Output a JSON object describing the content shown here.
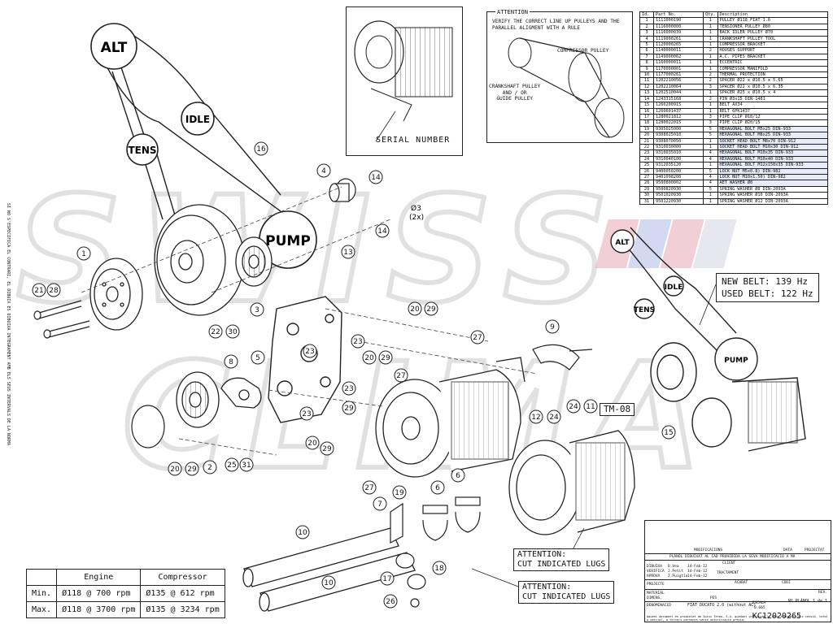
{
  "watermark": {
    "line1": "SWISS",
    "line2": "CLIMA"
  },
  "serial_box": {
    "label": "SERIAL NUMBER"
  },
  "attention_box": {
    "title": "ATTENTION",
    "text": "VERIFY THE CORRECT LINE UP PULLEYS AND THE\nPARALLEL ALIGMENT WITH A RULE",
    "compressor_label": "COMPRESSOR PULLEY",
    "crankshaft_label": "CRANKSHAFT PULLEY\nAND / OR\nGUIDE PULLEY"
  },
  "pulley_labels": {
    "alt": "ALT",
    "idle": "IDLE",
    "tens": "TENS",
    "pump": "PUMP"
  },
  "callouts": {
    "c1": "1",
    "c2": "2",
    "c3": "3",
    "c4": "4",
    "c5": "5",
    "c6a": "6",
    "c6b": "6",
    "c7": "7",
    "c8": "8",
    "c9": "9",
    "c10a": "10",
    "c10b": "10",
    "c11": "11",
    "c12": "12",
    "c13": "13",
    "c14a": "14",
    "c14b": "14",
    "c15": "15",
    "c16": "16",
    "c17": "17",
    "c18": "18",
    "c19": "19",
    "c20a": "20",
    "c20b": "20",
    "c20c": "20",
    "c20d": "20",
    "c21": "21",
    "c22": "22",
    "c23a": "23",
    "c23b": "23",
    "c23c": "23",
    "c23d": "23",
    "c24a": "24",
    "c24b": "24",
    "c25": "25",
    "c26": "26",
    "c27a": "27",
    "c27b": "27",
    "c27c": "27",
    "c28": "28",
    "c29a": "29",
    "c29b": "29",
    "c29c": "29",
    "c29d": "29",
    "c29e": "29",
    "c30": "30",
    "c31": "31"
  },
  "pin_note": {
    "size": "Ø3",
    "qty": "(2x)"
  },
  "frequency": {
    "new_label": "NEW BELT:",
    "new_value": "139 Hz",
    "used_label": "USED BELT:",
    "used_value": "122 Hz"
  },
  "model_tag": "TM-08",
  "attention_lugs": {
    "title": "ATTENTION:",
    "text": "CUT INDICATED LUGS"
  },
  "parts_table": {
    "headers": [
      "Id.",
      "Part No.",
      "Qty.",
      "Description"
    ],
    "rows": [
      [
        "1",
        "1111000190",
        "1",
        "PULLEY Ø118 FIAT 1.6"
      ],
      [
        "2",
        "1116000000",
        "1",
        "TENSIONER PULLEY Ø80"
      ],
      [
        "3",
        "1116000039",
        "1",
        "BACK IDLER PULLEY Ø70"
      ],
      [
        "4",
        "1119000261",
        "1",
        "CRANKSHAFT PULLEY TOOL"
      ],
      [
        "5",
        "1120000265",
        "1",
        "COMPRESSOR BRACKET"
      ],
      [
        "6",
        "1140000011",
        "2",
        "HOUSES SUPPORT"
      ],
      [
        "7",
        "1149000062",
        "1",
        "A.C. PIPES BRACKET"
      ],
      [
        "8",
        "1160000011",
        "1",
        "ECCENTRIC"
      ],
      [
        "9",
        "1170000001",
        "1",
        "COMPRESSOR MANIFOLD"
      ],
      [
        "10",
        "1177000261",
        "2",
        "THERMAL PROTECTION"
      ],
      [
        "11",
        "1202210056",
        "2",
        "SPACER Ø22 x Ø10.5 x 5.65"
      ],
      [
        "12",
        "1202210064",
        "3",
        "SPACER Ø22 x Ø10.5 x 6.35"
      ],
      [
        "13",
        "1202510044",
        "1",
        "SPACER Ø25 x Ø10.5 x 4"
      ],
      [
        "14",
        "1243315168",
        "2",
        "PIN Ø3x15 DIN-1481"
      ],
      [
        "15",
        "1260200915",
        "1",
        "BELT AX34"
      ],
      [
        "16",
        "1260601437",
        "1",
        "BELT 6PK1437"
      ],
      [
        "17",
        "1280021812",
        "3",
        "PIPE CLIP Ø18/12"
      ],
      [
        "18",
        "1280022015",
        "3",
        "PIPE CLIP Ø20/15"
      ],
      [
        "19",
        "9305025000",
        "5",
        "HEXAGONAL BOLT M5x25 DIN-933"
      ],
      [
        "20",
        "9308025010",
        "5",
        "HEXAGONAL BOLT M8x25 DIN-933"
      ],
      [
        "21",
        "9308070050",
        "1",
        "SOCKET HEAD BOLT M8x70 DIN-912"
      ],
      [
        "22",
        "9310030000",
        "1",
        "SOCKET HEAD BOLT M10x30 DIN-912"
      ],
      [
        "23",
        "9310035010",
        "4",
        "HEXAGONAL BOLT M10x35 DIN-933"
      ],
      [
        "24",
        "9310040100",
        "4",
        "HEXAGONAL BOLT M10x40 DIN-933"
      ],
      [
        "25",
        "9312035120",
        "1",
        "HEXAGONAL BOLT M12x150x35 DIN-933"
      ],
      [
        "26",
        "9400050200",
        "5",
        "LOCK NUT M5x0.8) DIN-982"
      ],
      [
        "27",
        "9401098200",
        "4",
        "LOCK NUT M10x1.50) DIN-982"
      ],
      [
        "28",
        "9500800002",
        "4",
        "AET WASHER Ø8"
      ],
      [
        "29",
        "9500820930",
        "5",
        "SPRING WASHER Ø8 DIN-2093A"
      ],
      [
        "30",
        "9501020930",
        "1",
        "SPRING WASHER Ø10 DIN-2093A"
      ],
      [
        "31",
        "9501220930",
        "1",
        "SPRING WASHER Ø12 DIN-2093A"
      ]
    ]
  },
  "speed_table": {
    "col1": "Engine",
    "col2": "Compressor",
    "rows": [
      {
        "label": "Min.",
        "engine": "Ø118 @ 700 rpm",
        "compressor": "Ø135 @ 612 rpm"
      },
      {
        "label": "Max.",
        "engine": "Ø118 @ 3700 rpm",
        "compressor": "Ø135 @ 3234 rpm"
      }
    ]
  },
  "title_block": {
    "header1": "MODIFICACIONS",
    "header2": "DATA",
    "header3": "PROJECTAT",
    "notice": "PLÀNOL DIBUIXAT AL CAD PROHIBIDA LA SEVA MODIFICACIÓ A MÀ",
    "dibuixa": "DIBUIXA",
    "dibuixa_name": "D.Vea",
    "dibuixa_date": "14-Feb-12",
    "verifica": "VERIFICA",
    "verifica_name": "J.Petit",
    "verifica_date": "14-Feb-12",
    "aprova": "APROVA",
    "aprova_name": "Z.Puigtia",
    "aprova_date": "14-Feb-12",
    "client_label": "CLIENT",
    "tractament": "TRACTAMENT",
    "acabat": "ACABAT",
    "codi": "CODI",
    "projecte": "PROJECTE",
    "material": "MATERIAL",
    "dimensions": "DIMENS.",
    "pes": "PES",
    "denominacio_label": "DENOMINACIÓ",
    "denominacio": "FIAT DUCATO 2.0 (without AC)",
    "escala_label": "ESCALA",
    "escala": "0.665",
    "sheet": "Nº PLÀNOL  1 de 1",
    "rev": "REV.",
    "drawing_number": "KC12020265",
    "disclaimer": "Aquest document és propietat de Swiss Termo, S.A. quedant prohibida la seva reproducció o cessió, total o parcial, a tercers persones sense autorització prèvia."
  },
  "side_note": "SI NO S'ESPECIFICA EL CONTRARI, EL DIBUIX ES DIBUIXA INTEGRAMENT AMB ELS SEUS INTERVALS DE LA NORMA"
}
